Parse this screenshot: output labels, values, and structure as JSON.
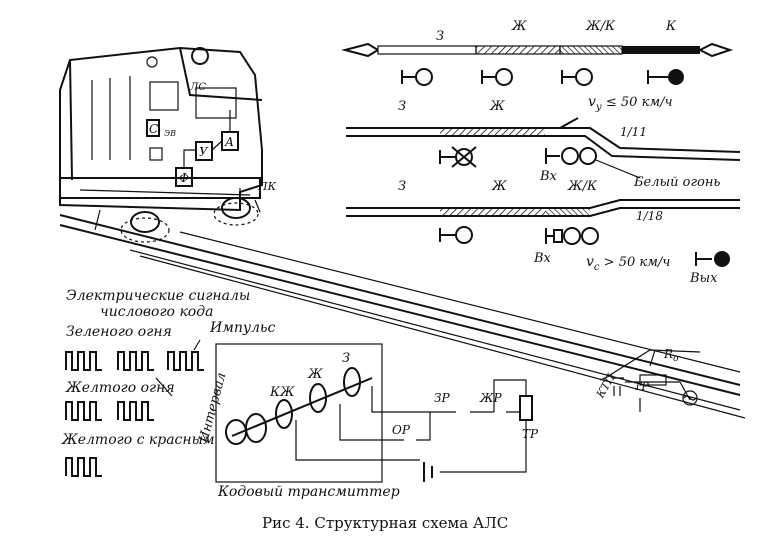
{
  "caption": "Рис  4. Структурная схема АЛС",
  "locomotive": {
    "label_ls": "ЛС",
    "label_pk": "ПК",
    "box_s": "С",
    "box_u": "У",
    "box_a": "А",
    "box_f": "Ф",
    "label_ev": "ЭВ"
  },
  "track1": {
    "z": "З",
    "zh": "Ж",
    "zhk": "Ж/К",
    "k": "К"
  },
  "track2": {
    "z": "З",
    "zh": "Ж",
    "speed": "v",
    "speed_sub": "у",
    "speed_rest": " ≤ 50 км/ч",
    "switch": "1/11",
    "vx": "Вх",
    "white": "Белый огонь"
  },
  "track3": {
    "z": "З",
    "zh": "Ж",
    "zhk": "Ж/К",
    "switch": "1/18",
    "vx": "Вх",
    "speed": "v",
    "speed_sub": "с",
    "speed_rest": " > 50 км/ч",
    "vyx": "Вых"
  },
  "codes": {
    "title1": "Электрические сигналы",
    "title2": "числового кода",
    "green": "Зеленого  огня",
    "impulse": "Импульс",
    "yellow": "Желтого огня",
    "interval": "Интервал",
    "yellow_red": "Желтого с красным"
  },
  "transmitter": {
    "kzh": "КЖ",
    "zh": "Ж",
    "z": "З",
    "zr": "ЗР",
    "zhr": "ЖР",
    "tr": "ТР",
    "or": "ОР",
    "label": "Кодовый трансмиттер"
  },
  "track_circuit": {
    "ro": "R",
    "ro_sub": "о",
    "ktp": "КТП",
    "tr": "ТР"
  }
}
